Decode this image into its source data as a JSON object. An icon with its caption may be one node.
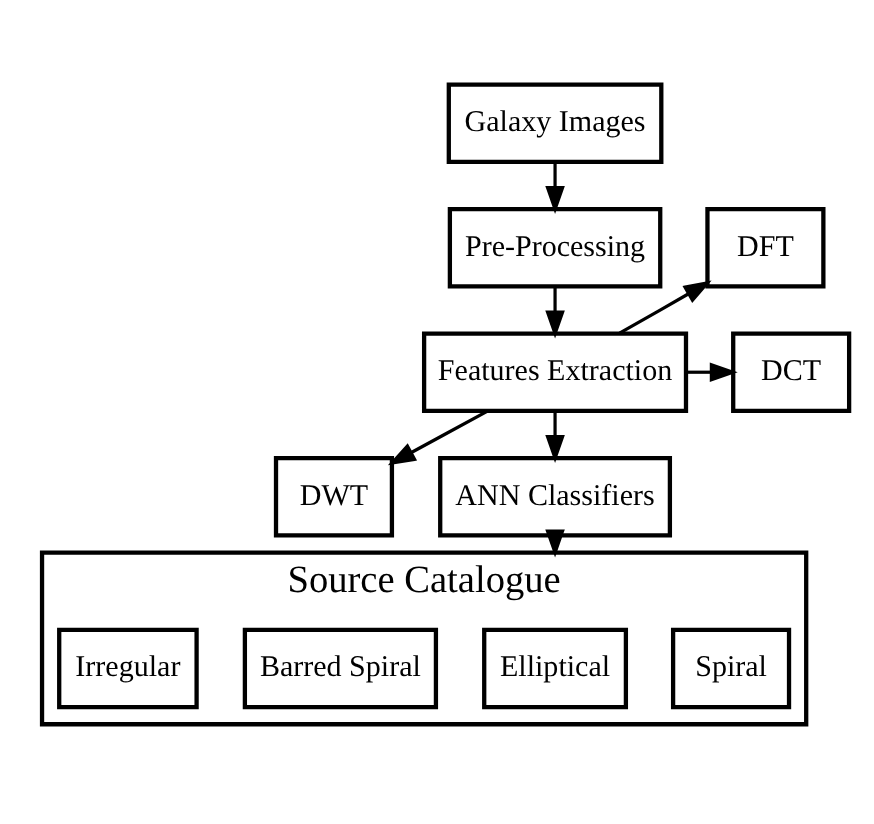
{
  "diagram": {
    "nodes": [
      {
        "text": [
          "Galaxy Images"
        ]
      },
      {
        "text": [
          "Pre-Processing"
        ]
      },
      {
        "text": [
          "Features Extraction"
        ]
      },
      {
        "text": [
          "DFT"
        ]
      },
      {
        "text": [
          "DCT"
        ]
      },
      {
        "text": [
          "DWT"
        ]
      },
      {
        "text": [
          "ANN Classifiers"
        ]
      },
      {
        "text": [
          "Source Catalogue"
        ]
      },
      {
        "text": [
          "Spiral"
        ],
        "in": 7
      },
      {
        "text": [
          "Elliptical"
        ],
        "in": 7
      },
      {
        "text": [
          "Barred Spiral"
        ],
        "in": 7
      },
      {
        "text": [
          "Irregular"
        ],
        "in": 7
      }
    ],
    "edges": [
      {
        "from": 0,
        "to": 1,
        "arrow": "to"
      },
      {
        "from": 1,
        "to": 2,
        "arrow": "to"
      },
      {
        "from": 2,
        "to": 3,
        "arrow": "to"
      },
      {
        "from": 2,
        "to": 4,
        "arrow": "to"
      },
      {
        "from": 2,
        "to": 5,
        "arrow": "to"
      },
      {
        "from": 2,
        "to": 6,
        "arrow": "to"
      },
      {
        "from": 6,
        "to": 7,
        "arrow": "to"
      }
    ]
  }
}
